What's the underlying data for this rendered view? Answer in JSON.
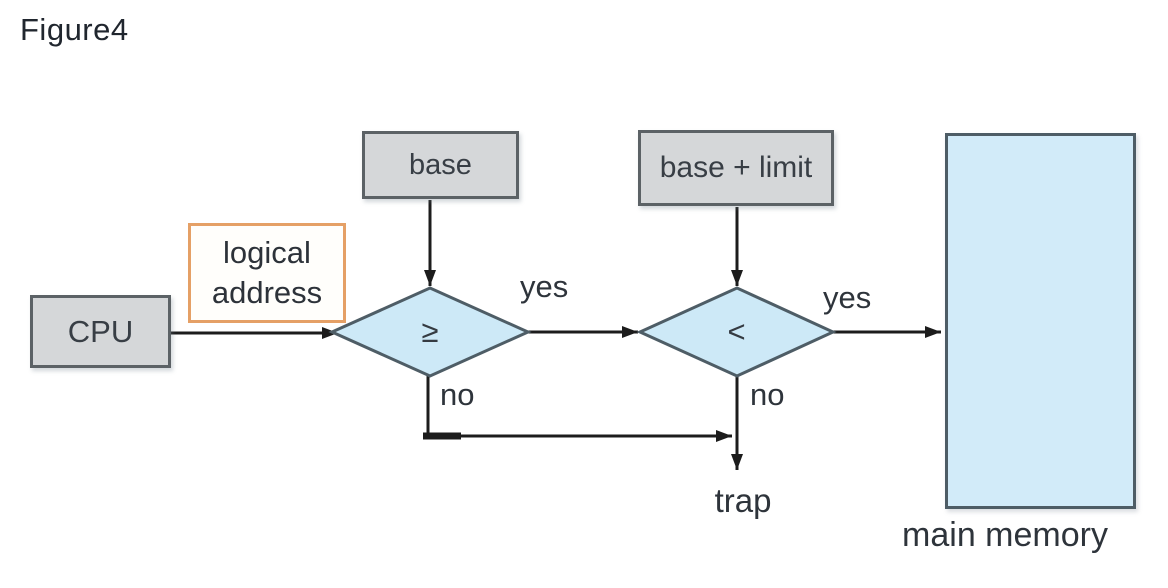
{
  "title": "Figure4",
  "nodes": {
    "cpu": "CPU",
    "base": "base",
    "base_limit": "base + limit",
    "logical_address": "logical address",
    "compare_lower_symbol": "≥",
    "compare_upper_symbol": "<",
    "trap": "trap",
    "main_memory": "main memory"
  },
  "edge_labels": {
    "yes_lower": "yes",
    "yes_upper": "yes",
    "no_lower": "no",
    "no_upper": "no"
  },
  "colors": {
    "background": "#ffffff",
    "register_box_fill": "#d5d7d9",
    "register_box_border": "#5c6266",
    "diamond_fill": "#cde9f7",
    "diamond_border": "#4e5d66",
    "memory_fill": "#d2ebf9",
    "memory_border": "#4e5d66",
    "logical_address_border": "#e5a066",
    "arrow": "#1c1c1c",
    "text": "#2e343b"
  }
}
